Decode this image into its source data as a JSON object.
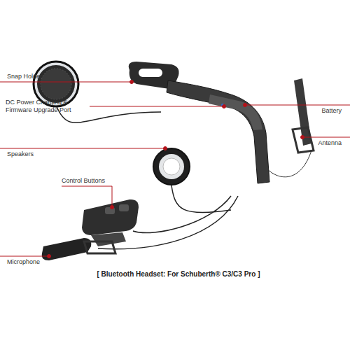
{
  "diagram": {
    "caption": "[ Bluetooth Headset: For Schuberth® C3/C3 Pro ]",
    "labels": [
      "Snap Holder",
      "DC Power Charging & Firmware Upgrade Port",
      "Battery",
      "Antenna",
      "Speakers",
      "Control Buttons",
      "Microphone"
    ]
  }
}
